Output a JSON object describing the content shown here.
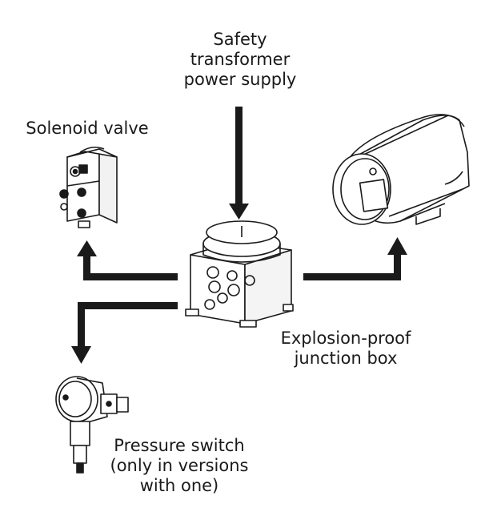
{
  "labels": {
    "supply": [
      "Safety",
      "transformer",
      "power supply"
    ],
    "solenoid": "Solenoid valve",
    "junction": [
      "Explosion-proof",
      "junction box"
    ],
    "pressure": [
      "Pressure switch",
      "(only in versions",
      "with one)"
    ]
  },
  "colors": {
    "ink": "#1a1a1a",
    "background": "#ffffff"
  }
}
